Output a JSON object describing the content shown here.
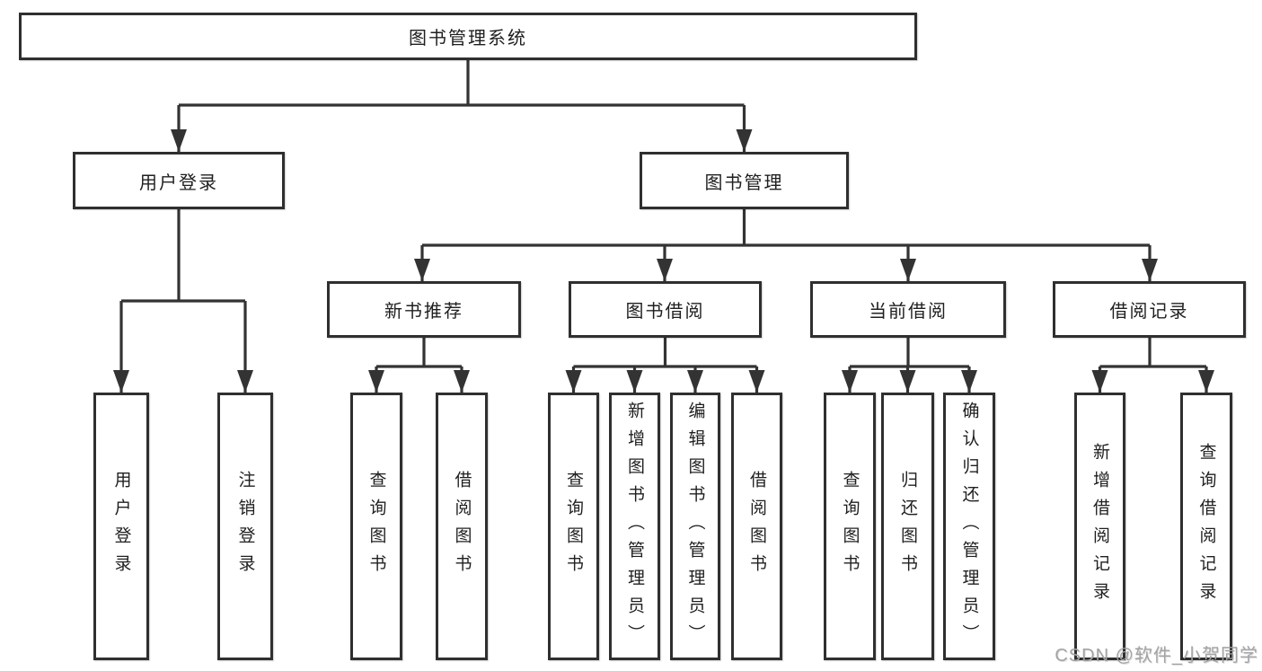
{
  "diagram": {
    "watermark": "CSDN @软件_小贺同学",
    "colors": {
      "line": "#333333",
      "box_border": "#2f2f2f",
      "text": "#1f1f1f",
      "watermark": "#a3a3a3",
      "background": "#ffffff"
    },
    "nodes": {
      "root": "图书管理系统",
      "user_login": "用户登录",
      "book_mgmt": "图书管理",
      "new_book_rec": "新书推荐",
      "book_borrow": "图书借阅",
      "current_borrow": "当前借阅",
      "borrow_records": "借阅记录",
      "leaf_user_login": "用户登录",
      "leaf_logout": "注销登录",
      "leaf_nb_query": "查询图书",
      "leaf_nb_borrow": "借阅图书",
      "leaf_bb_query": "查询图书",
      "leaf_bb_add": "新增图书（管理员）",
      "leaf_bb_edit": "编辑图书（管理员）",
      "leaf_bb_borrow": "借阅图书",
      "leaf_cb_query": "查询图书",
      "leaf_cb_return": "归还图书",
      "leaf_cb_confirm": "确认归还（管理员）",
      "leaf_br_add": "新增借阅记录",
      "leaf_br_query": "查询借阅记录"
    }
  }
}
